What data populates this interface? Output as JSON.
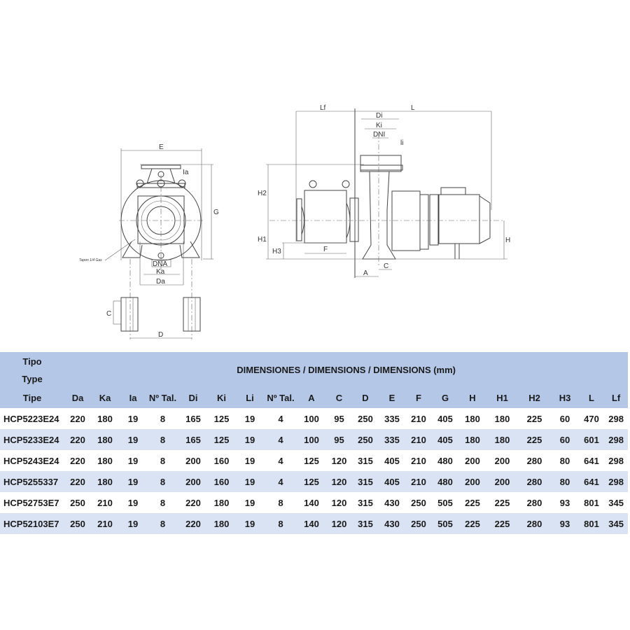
{
  "drawing": {
    "front_view": {
      "E": "E",
      "G": "G",
      "Ia": "Ia",
      "DNA": "DNA",
      "Ka": "Ka",
      "Da": "Da",
      "C": "C",
      "D": "D",
      "plug_note": "Tapon 1/4 Gas"
    },
    "side_view": {
      "Lf": "Lf",
      "L": "L",
      "Di": "Di",
      "Ki": "Ki",
      "DNI": "DNI",
      "li": "li",
      "H2": "H2",
      "H1": "H1",
      "H3": "H3",
      "H": "H",
      "F": "F",
      "A": "A",
      "C": "C"
    }
  },
  "table": {
    "type_header": [
      "Tipo",
      "Type",
      "Tipe"
    ],
    "title": "DIMENSIONES / DIMENSIONS / DIMENSIONS (mm)",
    "columns": [
      "Da",
      "Ka",
      "Ia",
      "Nº Tal.",
      "Di",
      "Ki",
      "Li",
      "Nº Tal.",
      "A",
      "C",
      "D",
      "E",
      "F",
      "G",
      "H",
      "H1",
      "H2",
      "H3",
      "L",
      "Lf"
    ],
    "rows": [
      {
        "type": "HCP5223E24",
        "values": [
          "220",
          "180",
          "19",
          "8",
          "165",
          "125",
          "19",
          "4",
          "100",
          "95",
          "250",
          "335",
          "210",
          "405",
          "180",
          "180",
          "225",
          "60",
          "470",
          "298"
        ]
      },
      {
        "type": "HCP5233E24",
        "values": [
          "220",
          "180",
          "19",
          "8",
          "165",
          "125",
          "19",
          "4",
          "100",
          "95",
          "250",
          "335",
          "210",
          "405",
          "180",
          "180",
          "225",
          "60",
          "601",
          "298"
        ]
      },
      {
        "type": "HCP5243E24",
        "values": [
          "220",
          "180",
          "19",
          "8",
          "200",
          "160",
          "19",
          "4",
          "125",
          "120",
          "315",
          "405",
          "210",
          "480",
          "200",
          "200",
          "280",
          "80",
          "641",
          "298"
        ]
      },
      {
        "type": "HCP5255337",
        "values": [
          "220",
          "180",
          "19",
          "8",
          "200",
          "160",
          "19",
          "4",
          "125",
          "120",
          "315",
          "405",
          "210",
          "480",
          "200",
          "200",
          "280",
          "80",
          "641",
          "298"
        ]
      },
      {
        "type": "HCP52753E7",
        "values": [
          "250",
          "210",
          "19",
          "8",
          "220",
          "180",
          "19",
          "8",
          "140",
          "120",
          "315",
          "430",
          "250",
          "505",
          "225",
          "225",
          "280",
          "93",
          "801",
          "345"
        ]
      },
      {
        "type": "HCP52103E7",
        "values": [
          "250",
          "210",
          "19",
          "8",
          "220",
          "180",
          "19",
          "8",
          "140",
          "120",
          "315",
          "430",
          "250",
          "505",
          "225",
          "225",
          "280",
          "93",
          "801",
          "345"
        ]
      }
    ]
  }
}
